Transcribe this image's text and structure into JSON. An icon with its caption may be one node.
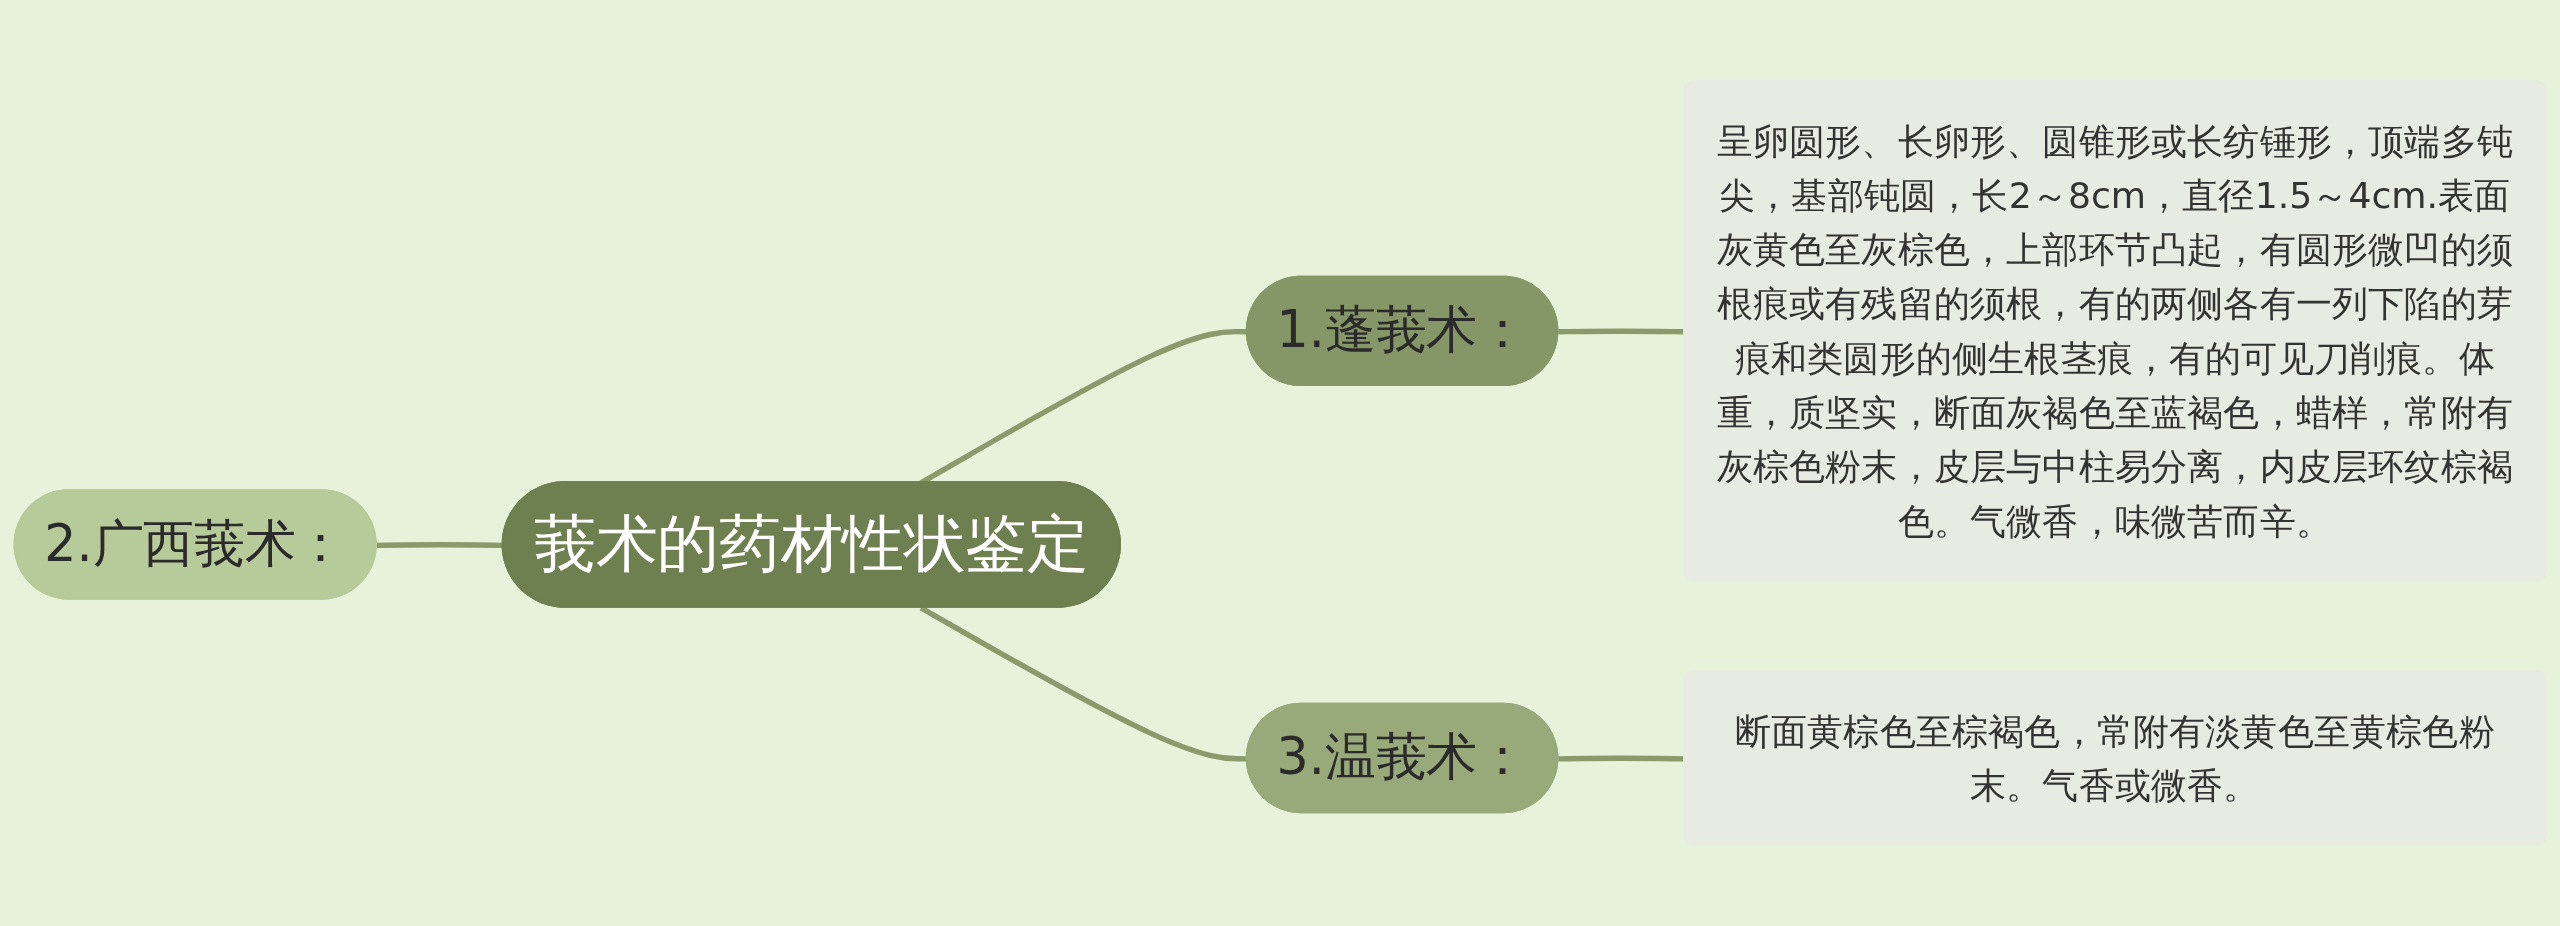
{
  "diagram": {
    "nodes": [
      {
        "text": [
          "莪术的药材性状鉴定"
        ]
      },
      {
        "text": [
          "1.蓬莪术："
        ]
      },
      {
        "text": [
          "呈卵圆形、长卵形、圆锥形或长纺锤形，顶端多钝尖，基部钝圆，长2～8cm，直径1.5～4cm.表面灰黄色至灰棕色，上部环节凸起，有圆形微凹的须根痕或有残留的须根，有的两侧各有一列下陷的芽痕和类圆形的侧生根茎痕，有的可见刀削痕。体重，质坚实，断面灰褐色至蓝褐色，蜡样，常附有灰棕色粉末，皮层与中柱易分离，内皮层环纹棕褐色。气微香，味微苦而辛。"
        ]
      },
      {
        "text": [
          "2.广西莪术："
        ]
      },
      {
        "text": [
          "3.温莪术："
        ]
      },
      {
        "text": [
          "断面黄棕色至棕褐色，常附有淡黄色至黄棕色粉末。气香或微香。"
        ]
      }
    ],
    "edges": [
      {
        "from": 0,
        "to": 1,
        "arrow": "none"
      },
      {
        "from": 1,
        "to": 2,
        "arrow": "none"
      },
      {
        "from": 0,
        "to": 3,
        "arrow": "none"
      },
      {
        "from": 0,
        "to": 4,
        "arrow": "none"
      },
      {
        "from": 4,
        "to": 5,
        "arrow": "none"
      }
    ]
  }
}
